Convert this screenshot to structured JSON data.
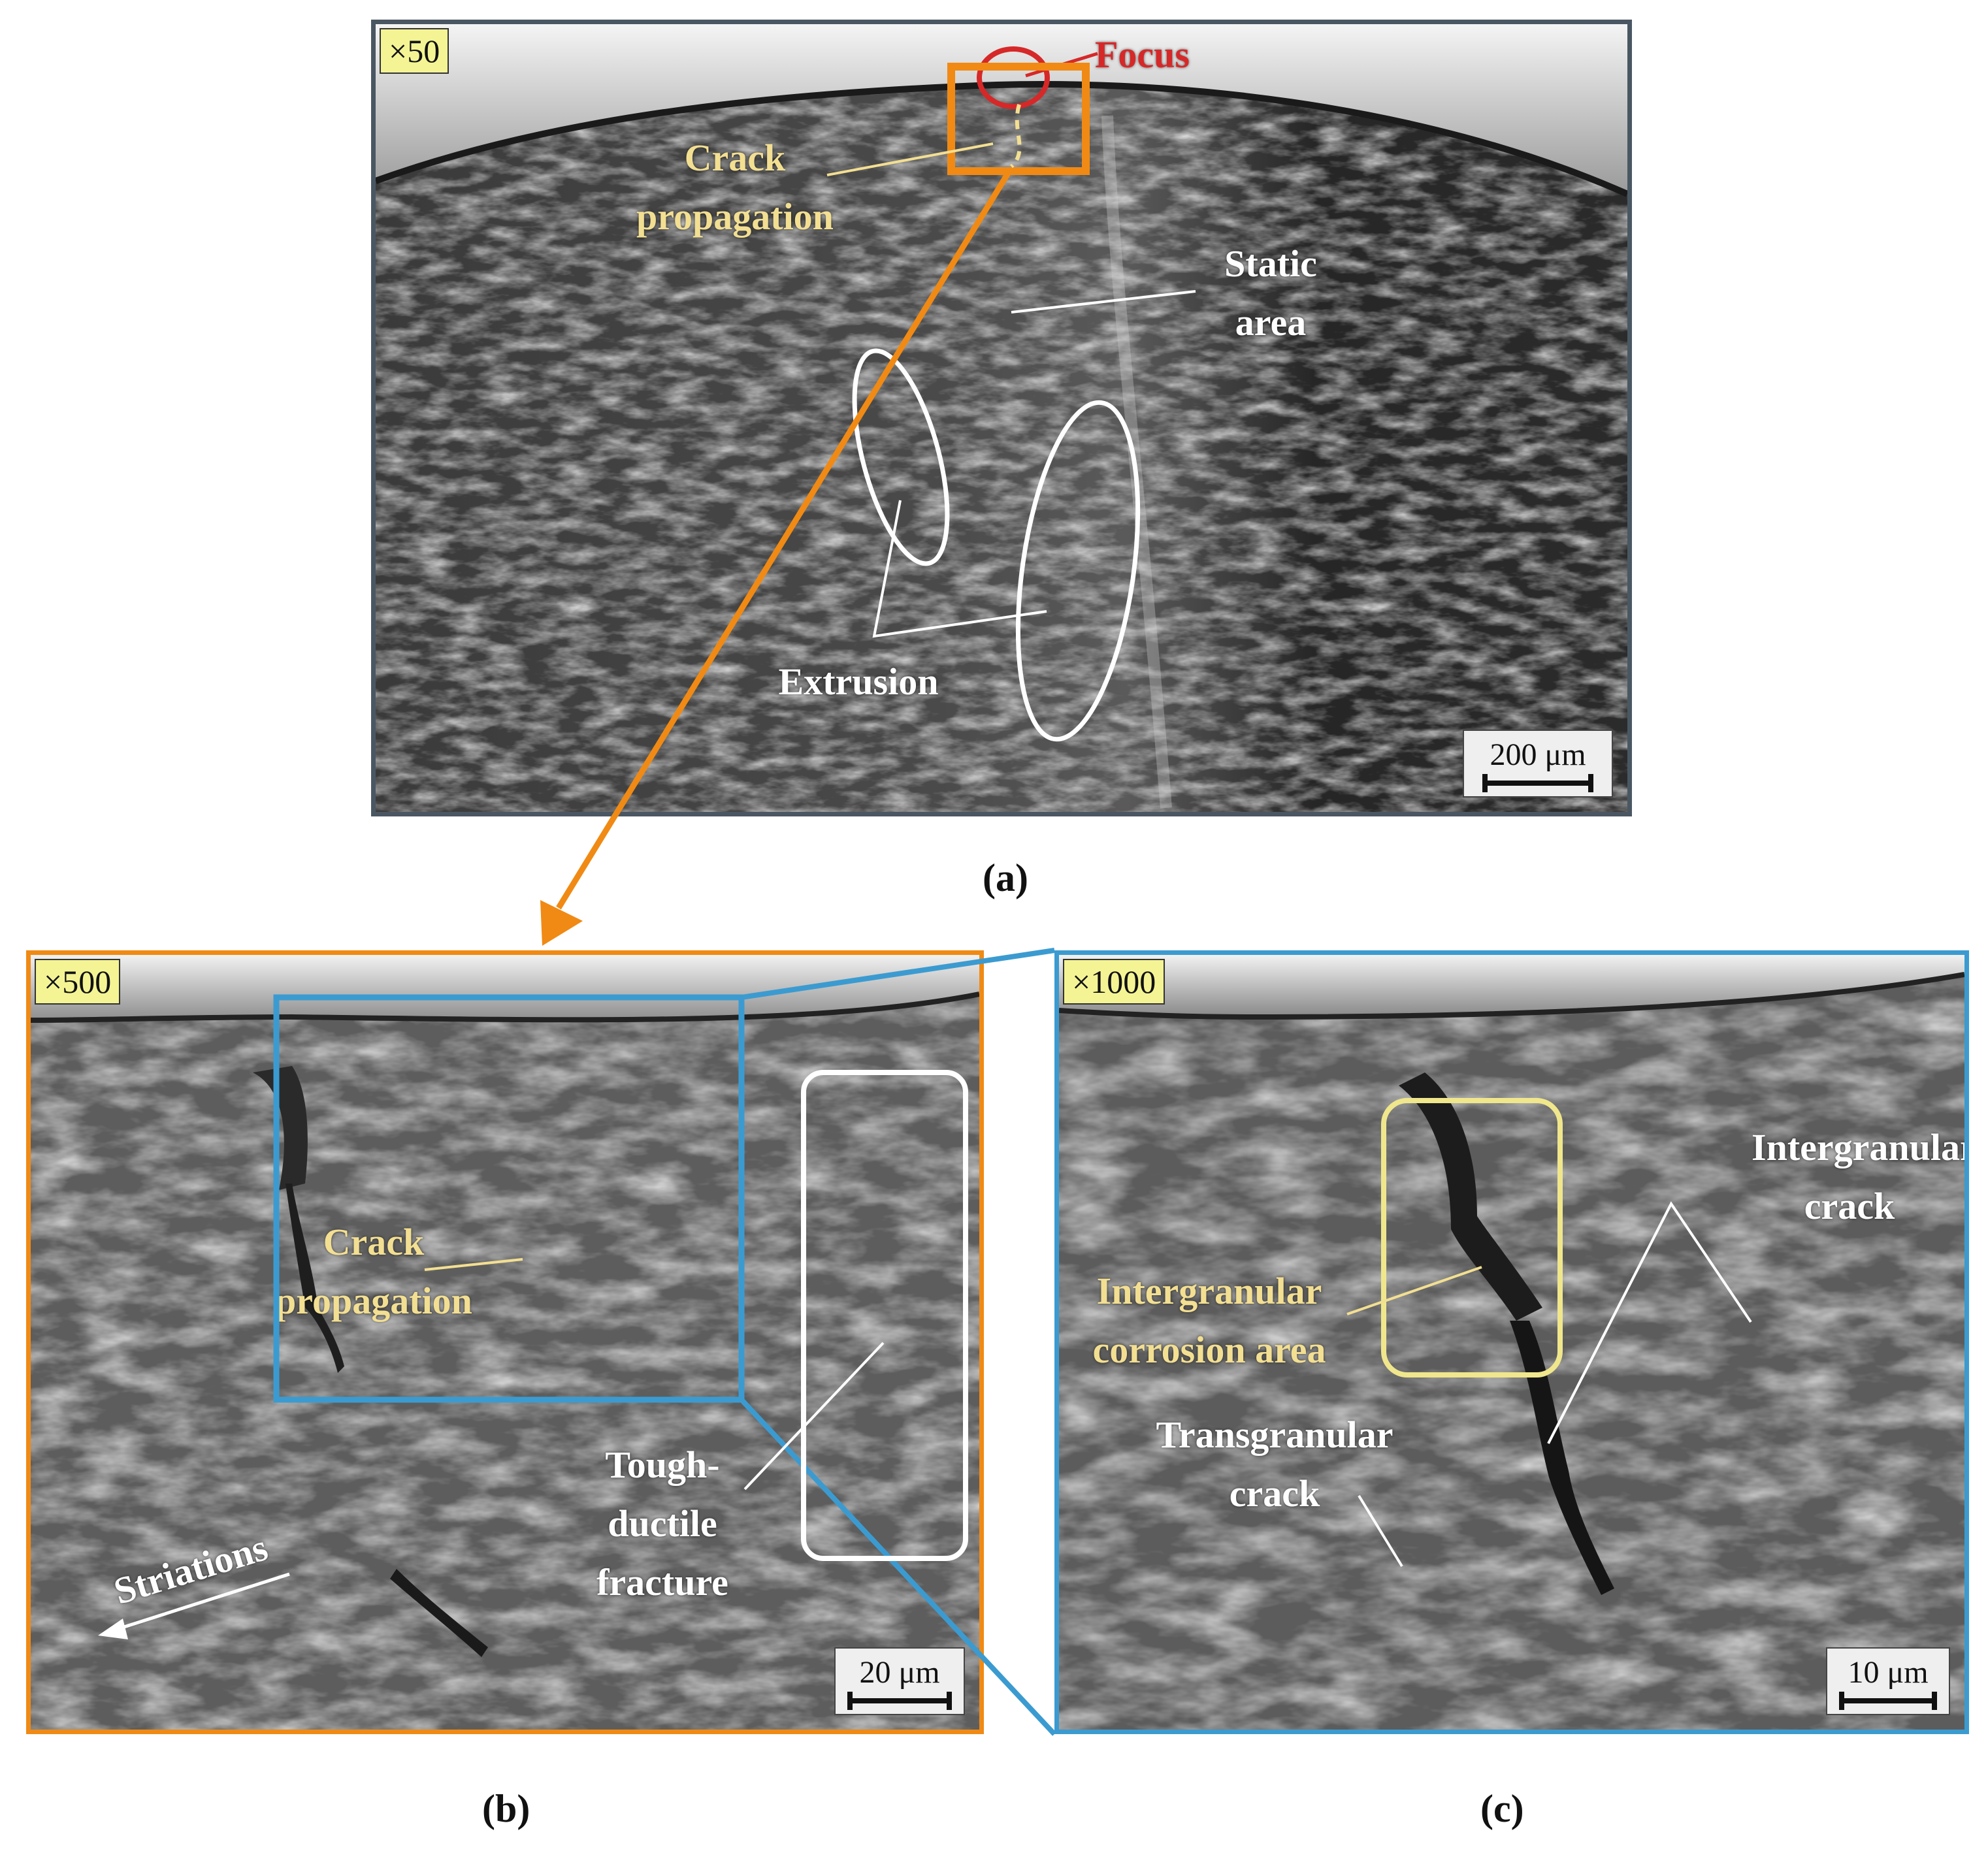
{
  "panels": {
    "a": {
      "magnification": "×50",
      "scale_bar": "200 μm",
      "labels": {
        "focus": "Focus",
        "crack_propagation": "Crack propagation",
        "static_area": "Static area",
        "extrusion": "Extrusion"
      },
      "caption": "(a)"
    },
    "b": {
      "magnification": "×500",
      "scale_bar": "20 μm",
      "labels": {
        "crack_propagation": "Crack propagation",
        "tough_ductile_fracture": "Tough-ductile fracture",
        "striations": "Striations"
      },
      "caption": "(b)"
    },
    "c": {
      "magnification": "×1000",
      "scale_bar": "10 μm",
      "labels": {
        "intergranular_crack": "Intergranular crack",
        "intergranular_corrosion_area": "Intergranular corrosion area",
        "transgranular_crack": "Transgranular crack"
      },
      "caption": "(c)"
    }
  },
  "colors": {
    "panel_a_border": "#4a5763",
    "panel_b_border": "#f08a14",
    "panel_c_border": "#3b9bd0",
    "focus_red": "#d62828",
    "label_yellow": "#f3df92",
    "corrosion_box": "#f0e68c"
  }
}
